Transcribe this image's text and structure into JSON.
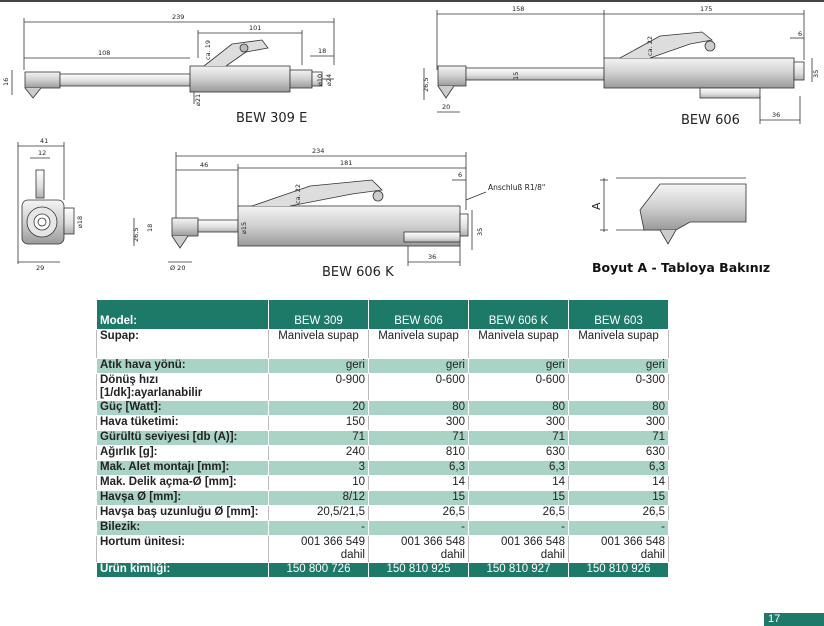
{
  "drawings": {
    "bew309e": {
      "label": "BEW 309 E",
      "dims": {
        "total": "239",
        "mid": "101",
        "left": "108",
        "ca": "ca. 19",
        "end": "18",
        "h": "16",
        "d10": "⌀10",
        "d24": "⌀24",
        "d21": "⌀21"
      }
    },
    "bew606": {
      "label": "BEW 606",
      "dims": {
        "left": "158",
        "right": "175",
        "six": "6",
        "ca": "ca. 22",
        "h": "26,5",
        "fifteen": "15",
        "twenty": "20",
        "thirtysix": "36",
        "thirtyfive": "35"
      }
    },
    "front": {
      "dims": {
        "w41": "41",
        "w12": "12",
        "d18": "⌀18",
        "w29": "29"
      }
    },
    "bew606k": {
      "label": "BEW 606 K",
      "dims": {
        "total": "234",
        "right": "181",
        "left": "46",
        "six": "6",
        "ca": "ca. 22",
        "anschluss": "Anschluß R1/8\"",
        "h": "26,5",
        "eighteen": "18",
        "d15": "⌀15",
        "d20": "Ø 20",
        "thirtysix": "36",
        "thirtyfive": "35"
      }
    },
    "boyut": {
      "axis_label": "A",
      "caption": "Boyut A - Tabloya Bakınız"
    }
  },
  "table": {
    "header": [
      "Model:",
      "BEW 309",
      "BEW 606",
      "BEW 606 K",
      "BEW 603"
    ],
    "rows": [
      {
        "label": "Supap:",
        "values": [
          "Manivela supap",
          "Manivela supap",
          "Manivela supap",
          "Manivela supap"
        ],
        "style": "light",
        "tall": true
      },
      {
        "label": "Atık hava yönü:",
        "values": [
          "geri",
          "geri",
          "geri",
          "geri"
        ],
        "style": "dark"
      },
      {
        "label": "Dönüş hızı [1/dk]:ayarlanabilir",
        "label1": "Dönüş hızı",
        "label2": "[1/dk]:ayarlanabilir",
        "values": [
          "0-900",
          "0-600",
          "0-600",
          "0-300"
        ],
        "style": "light"
      },
      {
        "label": "Güç [Watt]:",
        "values": [
          "20",
          "80",
          "80",
          "80"
        ],
        "style": "dark"
      },
      {
        "label": "Hava tüketimi:",
        "values": [
          "150",
          "300",
          "300",
          "300"
        ],
        "style": "light"
      },
      {
        "label": "Gürültü seviyesi [db (A)]:",
        "values": [
          "71",
          "71",
          "71",
          "71"
        ],
        "style": "dark"
      },
      {
        "label": "Ağırlık [g]:",
        "values": [
          "240",
          "810",
          "630",
          "630"
        ],
        "style": "light"
      },
      {
        "label": "Mak. Alet montajı [mm]:",
        "values": [
          "3",
          "6,3",
          "6,3",
          "6,3"
        ],
        "style": "dark"
      },
      {
        "label": "Mak. Delik açma-Ø [mm]:",
        "values": [
          "10",
          "14",
          "14",
          "14"
        ],
        "style": "light"
      },
      {
        "label": "Havşa Ø [mm]:",
        "values": [
          "8/12",
          "15",
          "15",
          "15"
        ],
        "style": "dark"
      },
      {
        "label": "Havşa baş uzunluğu Ø [mm]:",
        "values": [
          "20,5/21,5",
          "26,5",
          "26,5",
          "26,5"
        ],
        "style": "light"
      },
      {
        "label": "Bilezik:",
        "values": [
          "-",
          "-",
          "-",
          "-"
        ],
        "style": "dark"
      },
      {
        "label": "Hortum ünitesi:",
        "values": [
          "001 366 549 dahil",
          "001 366 548 dahil",
          "001 366 548 dahil",
          "001 366 548 dahil"
        ],
        "values1": [
          "001 366 549",
          "001 366 548",
          "001 366 548",
          "001 366 548"
        ],
        "values2": [
          "dahil",
          "dahil",
          "dahil",
          "dahil"
        ],
        "style": "light"
      },
      {
        "label": "Ürün kimliği:",
        "values": [
          "150 800 726",
          "150 810 925",
          "150 810 927",
          "150 810 926"
        ],
        "style": "last"
      }
    ]
  },
  "page_number": "17",
  "colors": {
    "accent": "#1e7a68",
    "row_dark": "#a9d4c5"
  }
}
